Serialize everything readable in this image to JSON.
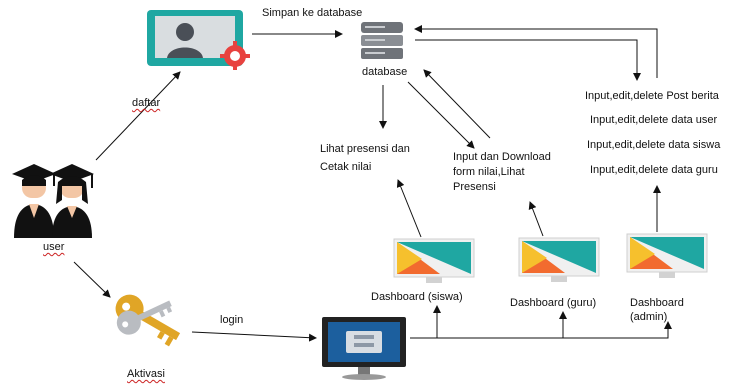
{
  "labels": {
    "simpan": "Simpan ke database",
    "database": "database",
    "daftar": "daftar",
    "user": "user",
    "aktivasi": "Aktivasi",
    "login": "login",
    "lihat": "Lihat presensi dan\nCetak nilai",
    "input_download": "Input dan Download\nform nilai,Lihat\nPresensi",
    "admin_actions": [
      "Input,edit,delete Post berita",
      "Input,edit,delete data user",
      "Input,edit,delete data siswa",
      "Input,edit,delete data guru"
    ],
    "dashboard_siswa": "Dashboard (siswa)",
    "dashboard_guru": "Dashboard (guru)",
    "dashboard_admin": "Dashboard\n(admin)"
  },
  "colors": {
    "teal": "#1fa7a2",
    "orange": "#f26b2f",
    "yellow": "#f6c02d",
    "gear": "#e8423f",
    "key": "#e0a526",
    "monitor": "#1c5f9e"
  },
  "icons": [
    "profile-card-icon",
    "database-icon",
    "users-icon",
    "key-icon",
    "login-monitor-icon",
    "dashboard-monitor-icon"
  ]
}
